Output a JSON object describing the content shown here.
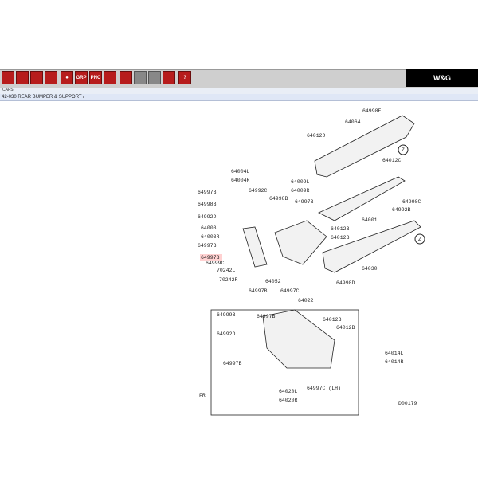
{
  "toolbar": {
    "buttons": [
      {
        "icon": "exit-icon",
        "label": ""
      },
      {
        "icon": "book-icon",
        "label": ""
      },
      {
        "icon": "print-icon",
        "label": ""
      },
      {
        "icon": "document-icon",
        "label": ""
      },
      {
        "icon": "stop-icon",
        "label": "●"
      },
      {
        "icon": "group-search-icon",
        "label": "GRP"
      },
      {
        "icon": "part-number-search-icon",
        "label": "PNC"
      },
      {
        "icon": "grid-icon",
        "label": ""
      },
      {
        "icon": "back-icon",
        "label": ""
      },
      {
        "icon": "forward-icon",
        "label": ""
      },
      {
        "icon": "zoom-icon",
        "label": ""
      },
      {
        "icon": "list-icon",
        "label": ""
      },
      {
        "icon": "help-icon",
        "label": "?"
      }
    ],
    "logo_text": "W&G"
  },
  "status": {
    "caption": "CAPS"
  },
  "breadcrumb": "42-030  REAR BUMPER & SUPPORT /",
  "diagram": {
    "labels": [
      "64998E",
      "64064",
      "64012D",
      "64012C",
      "64998C",
      "64992B",
      "64001",
      "64030",
      "64998D",
      "64004L",
      "64004R",
      "64992C",
      "64009L",
      "64009R",
      "64998B",
      "64997B",
      "64997B",
      "64998B",
      "64992D",
      "64003L",
      "64003R",
      "64997B",
      "64997B",
      "64999C",
      "70242L",
      "70242R",
      "64052",
      "64997B",
      "64997C",
      "64022",
      "64012B",
      "64012B",
      "64999B",
      "64997B",
      "64012B",
      "64012B",
      "64992D",
      "64014L",
      "64014R",
      "64997B",
      "64020L",
      "64020R",
      "64997C (LH)",
      "FR",
      "D00179"
    ],
    "circle_labels": [
      "Z",
      "Z"
    ]
  }
}
